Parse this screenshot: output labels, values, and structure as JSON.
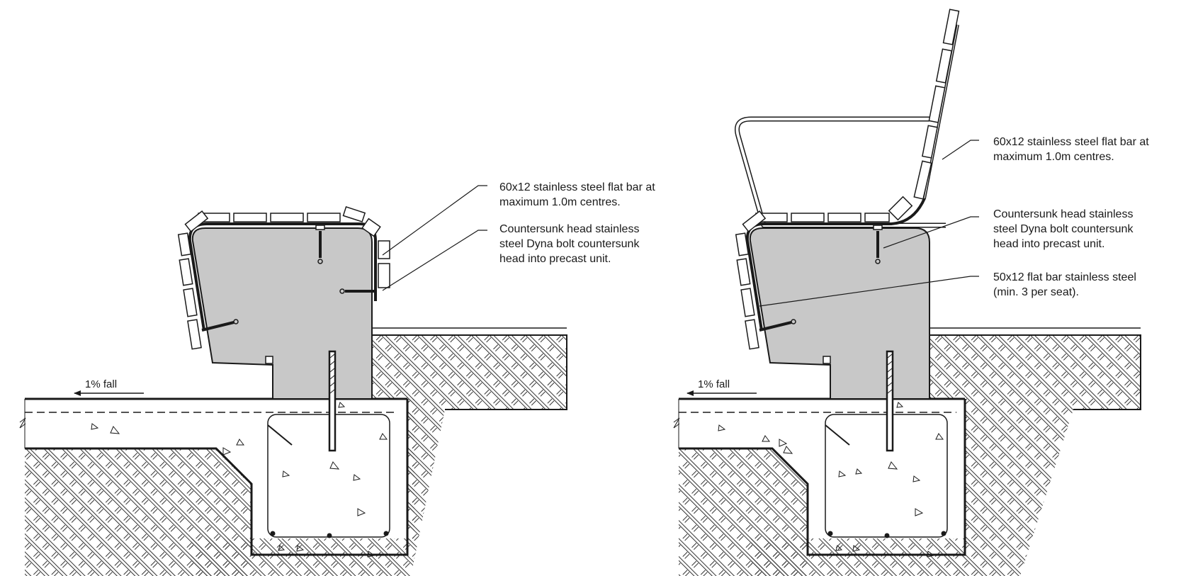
{
  "colors": {
    "precast_fill": "#c8c8c8",
    "line": "#1a1a1a",
    "background": "#ffffff"
  },
  "details": [
    {
      "fall_label": "1% fall",
      "labels": [
        {
          "lines": [
            "60x12 stainless steel flat bar at",
            "maximum 1.0m centres."
          ]
        },
        {
          "lines": [
            "Countersunk head stainless",
            "steel Dyna bolt countersunk",
            "head into precast unit."
          ]
        }
      ]
    },
    {
      "fall_label": "1% fall",
      "labels": [
        {
          "lines": [
            "60x12 stainless steel flat bar at",
            "maximum 1.0m centres."
          ]
        },
        {
          "lines": [
            "Countersunk head stainless",
            "steel Dyna bolt countersunk",
            "head into precast unit."
          ]
        },
        {
          "lines": [
            "50x12 flat bar stainless steel",
            "(min. 3 per seat)."
          ]
        }
      ]
    }
  ]
}
